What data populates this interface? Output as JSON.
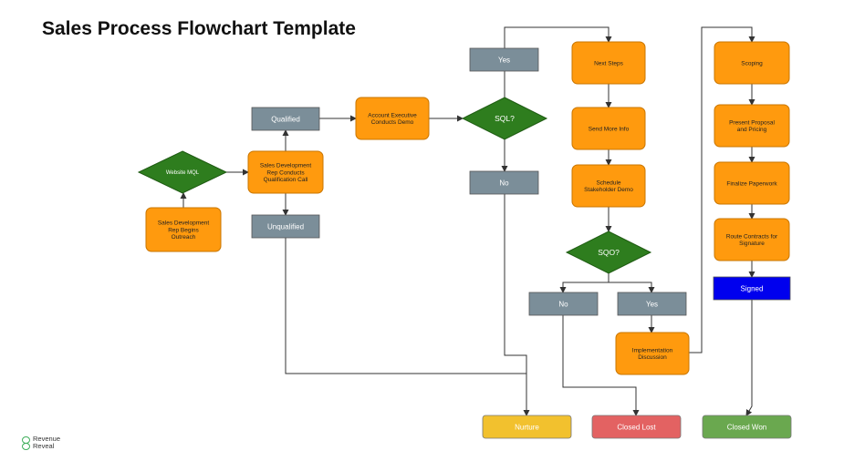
{
  "title": "Sales Process Flowchart Template",
  "brand": {
    "line1": "Revenue",
    "line2": "Reveal"
  },
  "colors": {
    "orange": "#ff9a0e",
    "gray": "#7b8e99",
    "green": "#2e7d1e",
    "blue": "#0000ee",
    "yellow": "#f2c12e",
    "red": "#e36262",
    "wonGreen": "#6aa84f",
    "line": "#333333"
  },
  "nodes": {
    "sdr_outreach": "Sales Development\nRep Begins\nOutreach",
    "website_mql": "Website MQL",
    "sdr_call": "Sales Development\nRep Conducts\nQualification Call",
    "qualified": "Qualified",
    "unqualified": "Unqualified",
    "ae_demo": "Account Executive\nConducts Demo",
    "sql": "SQL?",
    "yes1": "Yes",
    "no1": "No",
    "next_steps": "Next Steps",
    "send_info": "Send More Info",
    "stakeholder_demo": "Schedule\nStakeholder Demo",
    "sqo": "SQO?",
    "no2": "No",
    "yes2": "Yes",
    "implementation": "Implementation\nDiscussion",
    "scoping": "Scoping",
    "proposal": "Present Proposal\nand Pricing",
    "paperwork": "Finalize Paperwork",
    "route_contracts": "Route Contracts for\nSignature",
    "signed": "Signed",
    "nurture": "Nurture",
    "closed_lost": "Closed Lost",
    "closed_won": "Closed Won"
  }
}
